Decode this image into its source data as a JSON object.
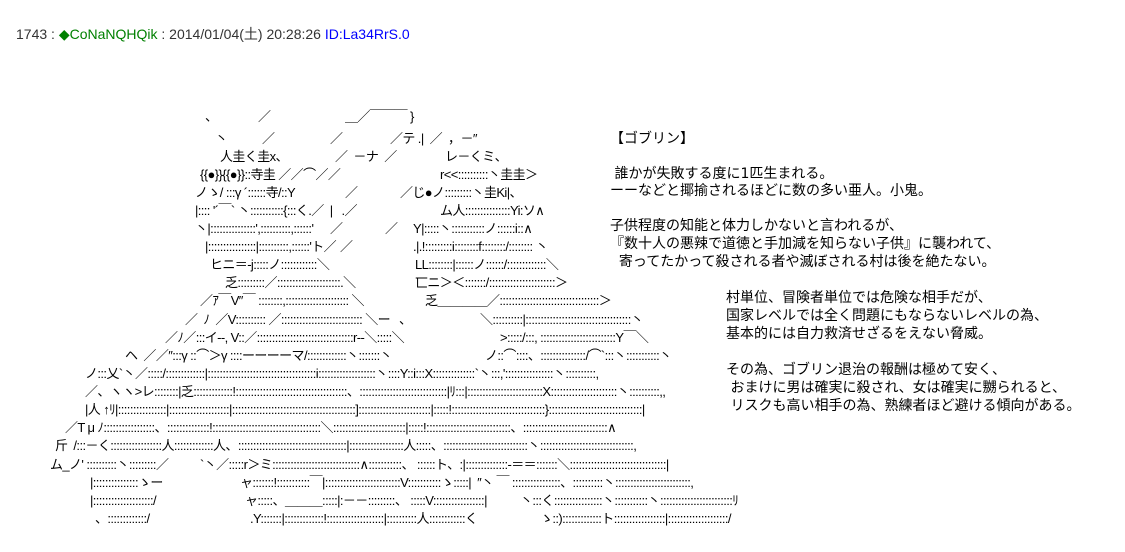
{
  "post": {
    "number": "1743",
    "sep1": " : ",
    "name": "◆CoNaNQHQik",
    "sep2": " : ",
    "date": "2014/01/04(土) 20:28:26 ",
    "id": "ID:La34RrS.0"
  },
  "text": {
    "title": "【ゴブリン】",
    "p1": [
      " 誰かが失敗する度に1匹生まれる。",
      "ーーなどと揶揄されるほどに数の多い亜人。小鬼。"
    ],
    "p2": [
      "子供程度の知能と体力しかないと言われるが、",
      "『数十人の悪辣で道徳と手加減を知らない子供』に襲われて、",
      "  寄ってたかって殺される者や滅ぼされる村は後を絶たない。"
    ],
    "p3": [
      "村単位、冒険者単位では危険な相手だが、",
      "国家レベルでは全く問題にもならないレベルの為、",
      "基本的には自力救済せざるをえない脅威。"
    ],
    "p4": [
      "その為、ゴブリン退治の報酬は極めて安く、",
      " おまけに男は確実に殺され、女は確実に嬲られると、",
      " リスクも高い相手の為、熟練者ほど避ける傾向がある。"
    ]
  },
  "aa": [
    [
      "、",
      "／",
      "＿／￣￣￣ }"
    ],
    [
      "丶",
      "／",
      "／",
      "／テ .|  ／  ，－″"
    ],
    [
      "人圭く圭x、",
      "／  －ナ  ／",
      "レ－くミ、"
    ],
    [
      "{{●}}{{●}}::寺圭 ／／⌒／／",
      "r<<::::::::::丶圭圭＞"
    ],
    [
      "ノゝ/ :::γ ´::::::寺/::Y",
      "／",
      "／じ●ノ:::::::::丶圭Ki|、"
    ],
    [
      "|:::: '´￣` 丶:::::::::::{:::く.／  |   .／",
      "ム人:::::::::::::::Yi:ソ∧"
    ],
    [
      "丶|:::::::::::::::',::::::::::,::::::'",
      "／",
      "／",
      "Y|:::::丶:::::::::::ノ::::::i::∧"
    ],
    [
      "|::::::::::::::::|::::::::::,::::::'ト／",
      "／",
      ".|.!:::::::::i::::::::f::::::::/:::::::: 丶"
    ],
    [
      "ヒニ＝-j:::::ノ::::::::::::＼",
      "LL::::::::|::::::ノ::::::/:::::::::::::＼"
    ],
    [
      "乏:::::::::／:::::::::::::::::::::.＼",
      "匸ニ＞＜:::::::/::::::::::::::::::::::＞"
    ],
    [
      "／ｱ￣V″￣ ::::::::,::::::::::::::::::::: ＼",
      "乏＿＿＿＿／:::::::::::::::::::::::::::::::::＞"
    ],
    [
      "／  ﾉ  ／V:::::::::: ／::::::::::::::::::::::::::: ＼ー   、",
      "＼::::::::::|:::::::::::::::::::::::::::::::::::丶"
    ],
    [
      "／ﾉ／:::イ--, V::／::::::::::::::::::::::::::::::::r--＼:::::＼",
      ">:::::/:::, :::::::::::::::::::::::::Y￣＼"
    ],
    [
      "ヘ  ／／″:::γ ::⌒＞γ ::::ーーーーマ/:::::::::::::丶:::::::丶",
      "ノ::⌒::::、:::::::::::::::/⌒`:::丶:::::::::::丶"
    ],
    [
      "ノ:::乂`丶／:::::/:::::::::::::|::::::::::::::::::::::::::::::::::::i:::::::::::::::::::丶::::Y::i:::X::::::::::::::`丶:::,'::::::::::::::::丶::::::::::,"
    ],
    [
      "／、ヽヽ>レ::::::::|乏:::::::::::::!:::::::::::::::::::::::::::::::::::::、:::::::::::::::::::::::::::::|ﾘ:::|:::::::::::::::::::::::::X::::::::::::::::::::::丶::::::::::,,"
    ],
    [
      "|人 ↑ﾘ|::::::::::::::::|::::::::::::::::::::|:::::::::::::::::::::::::::::::::::::::::]::::::::::::::::::::::::|:::::!:::::::::::::::::::::::::::::::}:::::::::::::::::::::::::::::::|"
    ],
    [
      "／T μ ﾉ:::::::::::::::::、::::::::::::::!::::::::::::::::::::::::::::::::::::＼::::::::::::::::::::::::|:::::!::::::::::::::::::::::::::::、::::::::::::::::::::::::::::∧"
    ],
    [
      "斤  /:::－く:::::::::::::::::人:::::::::::::人、::::::::::::::::::::::::::::::::::::|::::::::::::::::::人:::::、::::::::::::::::::::::::::::丶:::::::::::::::::::::::::::::::,"
    ],
    [
      "ム_ノ' ::::::::::丶:::::::::／",
      "`丶／:::::r＞ミ:::::::::::::::::::::::::::::∧:::::::::::、 ::::::ト、:|::::::::::::::-＝＝:::::::＼::::::::::::::::::::::::::::::::|"
    ],
    [
      "|:::::::::::::::ゝー",
      "ャ:::::::!:::::::::::￣|:::::::::::::::::::::::::V:::::::::::ゝ:::::|  ″丶 ￣ ::::::::::::::::、::::::::::丶:::::::::::::::::::::::::,"
    ],
    [
      "|::::::::::::::::::::/",
      "ャ:::::、＿＿＿:::::|:－－:::::::::、 :::::V:::::::::::::::::|",
      "丶:::く::::::::::::::::丶:::::::::::丶::::::::::::::::::::::::ﾘ"
    ],
    [
      "、:::::::::::::/",
      ".Y:::::::|:::::::::::::!:::::::::::::::::::|::::::::::人::::::::::::く",
      "ゝ::):::::::::::::ト:::::::::::::::::|::::::::::::::::::::/"
    ]
  ]
}
